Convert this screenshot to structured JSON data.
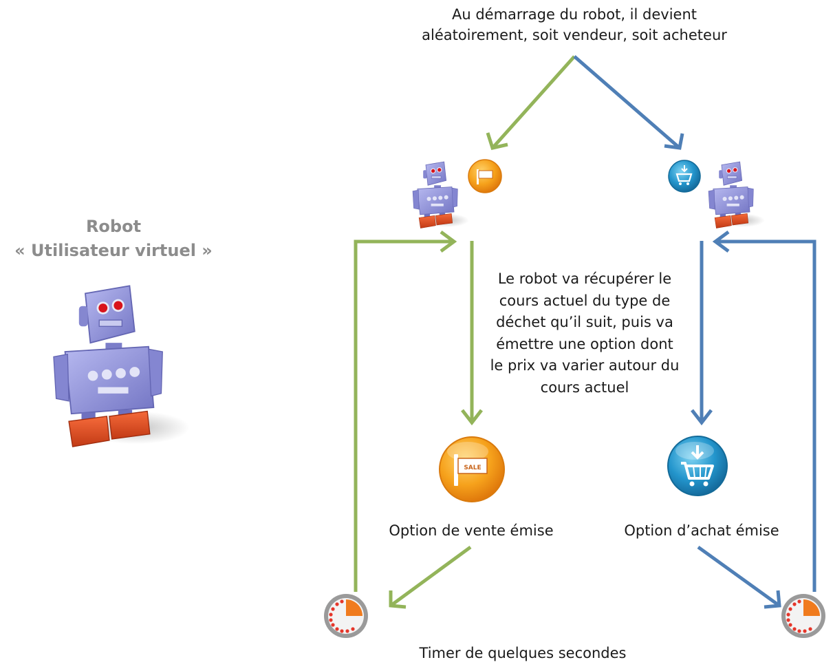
{
  "labels": {
    "start_line1": "Au démarrage du robot, il devient",
    "start_line2": "aléatoirement, soit vendeur, soit acheteur",
    "robot_title": "Robot",
    "robot_subtitle": "« Utilisateur virtuel »",
    "process_lines": [
      "Le robot va récupérer le",
      "cours actuel du type de",
      "déchet qu’il suit, puis va",
      "émettre une option dont",
      "le prix va varier autour du",
      "cours actuel"
    ],
    "sale_option": "Option de vente émise",
    "buy_option": "Option d’achat émise",
    "timer": "Timer de quelques secondes",
    "sale_sign_text": "SALE"
  },
  "colors": {
    "seller_arrow": "#93b45a",
    "buyer_arrow": "#4f7fb6",
    "robot_body": "#8f91d6",
    "robot_feet": "#e0522a",
    "sale_icon": "#f29418",
    "cart_icon": "#1f8fc4",
    "timer_ring": "#8a8a8a",
    "timer_accent": "#f07b1e"
  },
  "icons": [
    "robot-icon",
    "sale-sign-icon",
    "shopping-cart-icon",
    "timer-icon"
  ]
}
